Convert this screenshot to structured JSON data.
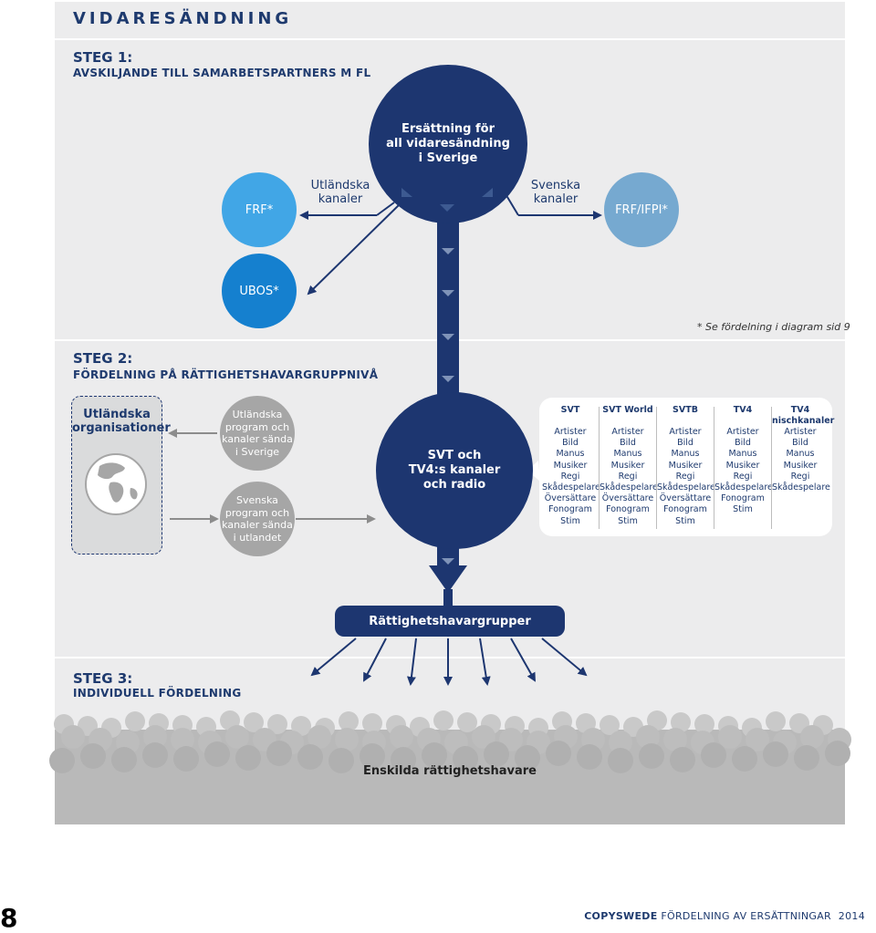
{
  "page": {
    "heading": "VIDARESÄNDNING",
    "page_number": "8",
    "footer_brand": "COPYSWEDE",
    "footer_text": "FÖRDELNING AV ERSÄTTNINGAR",
    "footer_year": "2014"
  },
  "step1": {
    "title": "STEG 1:",
    "subtitle": "AVSKILJANDE TILL SAMARBETSPARTNERS M FL",
    "main_circle": [
      "Ersättning för",
      "all vidaresändning",
      "i Sverige"
    ],
    "foreign_channels": [
      "Utländska",
      "kanaler"
    ],
    "swedish_channels": [
      "Svenska",
      "kanaler"
    ],
    "frf": "FRF*",
    "frf_ifpi": "FRF/IFPI*",
    "ubos": "UBOS*",
    "note": "* Se fördelning i diagram sid 9"
  },
  "step2": {
    "title": "STEG 2:",
    "subtitle": "FÖRDELNING PÅ RÄTTIGHETSHAVARGRUPPNIVÅ",
    "foreign_orgs": [
      "Utländska",
      "organisationer"
    ],
    "foreign_programs": [
      "Utländska",
      "program och",
      "kanaler sända",
      "i Sverige"
    ],
    "swedish_programs": [
      "Svenska",
      "program och",
      "kanaler sända",
      "i utlandet"
    ],
    "center_circle": [
      "SVT och",
      "TV4:s kanaler",
      "och radio"
    ],
    "channels": [
      {
        "name": "SVT",
        "groups": [
          "Artister",
          "Bild",
          "Manus",
          "Musiker",
          "Regi",
          "Skådespelare",
          "Översättare",
          "Fonogram",
          "Stim"
        ]
      },
      {
        "name": "SVT World",
        "groups": [
          "Artister",
          "Bild",
          "Manus",
          "Musiker",
          "Regi",
          "Skådespelare",
          "Översättare",
          "Fonogram",
          "Stim"
        ]
      },
      {
        "name": "SVTB",
        "groups": [
          "Artister",
          "Bild",
          "Manus",
          "Musiker",
          "Regi",
          "Skådespelare",
          "Översättare",
          "Fonogram",
          "Stim"
        ]
      },
      {
        "name": "TV4",
        "groups": [
          "Artister",
          "Bild",
          "Manus",
          "Musiker",
          "Regi",
          "Skådespelare",
          "Fonogram",
          "Stim"
        ]
      },
      {
        "name": "TV4 nischkanaler",
        "groups": [
          "Artister",
          "Bild",
          "Manus",
          "Musiker",
          "Regi",
          "Skådespelare"
        ]
      }
    ],
    "rights_groups": "Rättighetshavargrupper"
  },
  "step3": {
    "title": "STEG 3:",
    "subtitle": "INDIVIDUELL FÖRDELNING",
    "individuals": "Enskilda rättighetshavare"
  },
  "colors": {
    "navy": "#1d3670",
    "light_blue": "#41a6e6",
    "mid_blue": "#76a9d0",
    "blue": "#1580cf",
    "grey": "#a6a6a6"
  }
}
